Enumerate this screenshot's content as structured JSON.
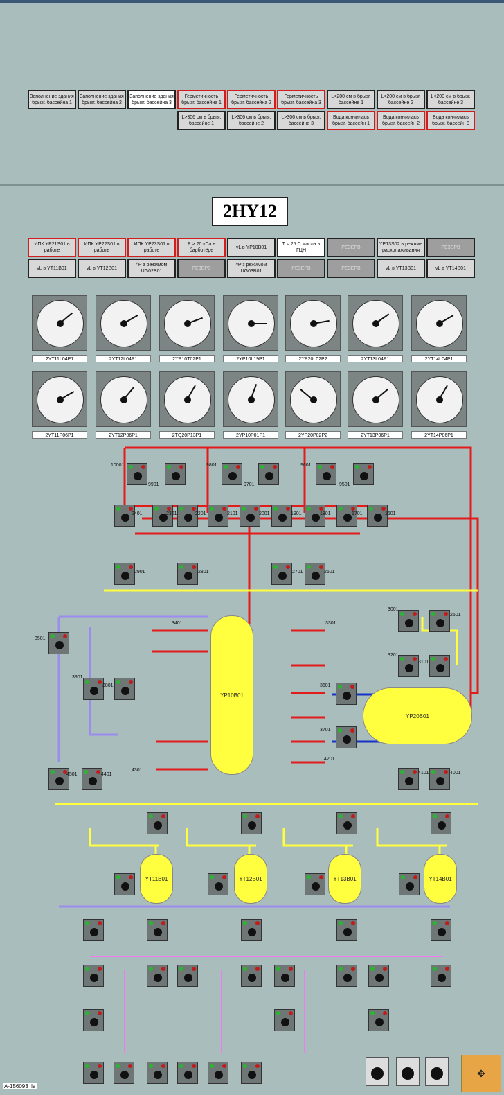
{
  "alarm_panel_top": {
    "row1": [
      {
        "text": "Заполнение здания брызг. бассейна 1",
        "state": "gray"
      },
      {
        "text": "Заполнение здания брызг. бассейна 2",
        "state": "gray"
      },
      {
        "text": "Заполнение здания брызг. бассейна 3",
        "state": "white"
      },
      {
        "text": "Герметичность брызг. бассейна 1",
        "state": "red"
      },
      {
        "text": "Герметичность брызг. бассейна 2",
        "state": "red"
      },
      {
        "text": "Герметичность брызг. бассейна 3",
        "state": "red"
      },
      {
        "text": "L<200 см в брызг. бассейне 1",
        "state": "gray"
      },
      {
        "text": "L<200 см в брызг. бассейне 2",
        "state": "gray"
      },
      {
        "text": "L<200 см в брызг. бассейне 3",
        "state": "gray"
      }
    ],
    "row2": [
      {
        "text": "L>306 см в брызг. бассейне 1",
        "state": "gray"
      },
      {
        "text": "L>306 см в брызг. бассейне 2",
        "state": "gray"
      },
      {
        "text": "L>306 см в брызг. бассейне 3",
        "state": "gray"
      },
      {
        "text": "Вода кончилась брызг. бассейн 1",
        "state": "red"
      },
      {
        "text": "Вода кончилась брызг. бассейн 2",
        "state": "red"
      },
      {
        "text": "Вода кончилась брызг. бассейн 3",
        "state": "red"
      }
    ]
  },
  "unit_title": "2HY12",
  "alarm_panel_unit": {
    "row1": [
      {
        "text": "ИПК YP21S01 в работе",
        "state": "red"
      },
      {
        "text": "ИПК YP22S01 в работе",
        "state": "red"
      },
      {
        "text": "ИПК YP23S01 в работе",
        "state": "red"
      },
      {
        "text": "P > 20 кПа в барботёре",
        "state": "red"
      },
      {
        "text": "vL в YP10B01",
        "state": "gray"
      },
      {
        "text": "T < 25 C масла в ГЦН",
        "state": "white"
      },
      {
        "text": "РЕЗЕРВ",
        "state": "dark"
      },
      {
        "text": "YP13S02 в режиме расхолаживания",
        "state": "gray"
      },
      {
        "text": "РЕЗЕРВ",
        "state": "dark"
      }
    ],
    "row2": [
      {
        "text": "vL в YT11B01",
        "state": "gray"
      },
      {
        "text": "vL в YT12B01",
        "state": "gray"
      },
      {
        "text": "^P з режимом UG02B01",
        "state": "gray"
      },
      {
        "text": "РЕЗЕРВ",
        "state": "dark"
      },
      {
        "text": "^P з режимом UG03B01",
        "state": "gray"
      },
      {
        "text": "РЕЗЕРВ",
        "state": "dark"
      },
      {
        "text": "РЕЗЕРВ",
        "state": "dark"
      },
      {
        "text": "vL в YT13B01",
        "state": "gray"
      },
      {
        "text": "vL в YT14B01",
        "state": "gray"
      }
    ]
  },
  "gauges_row1": [
    "2YT11L04P1",
    "2YT12L04P1",
    "2YP10T02P1",
    "2YP10L19P1",
    "2YP20L02P2",
    "2YT13L04P1",
    "2YT14L04P1"
  ],
  "gauges_row2": [
    "2YT11P06P1",
    "2YT12P06P1",
    "2TQ20P13P1",
    "2YP10P01P1",
    "2YP20P02P2",
    "2YT13P06P1",
    "2YT14P06P1"
  ],
  "vessels": {
    "pressurizer": "YP10B01",
    "bubbler": "YP20B01",
    "tank1": "YT11B01",
    "tank2": "YT12B01",
    "tank3": "YT13B01",
    "tank4": "YT14B01"
  },
  "valve_numbers": [
    "10001",
    "9901",
    "9801",
    "9701",
    "9601",
    "9501",
    "2401",
    "2301",
    "2201",
    "2101",
    "2001",
    "1901",
    "1801",
    "1701",
    "1601",
    "2901",
    "2801",
    "2701",
    "2601",
    "3501",
    "3401",
    "3301",
    "3901",
    "3801",
    "3601",
    "3701",
    "4501",
    "4401",
    "4301",
    "4201",
    "3001",
    "2501",
    "3201",
    "3101",
    "4101",
    "4001"
  ],
  "bottom_labels": {
    "tag": "A-156093_ls",
    "nav_glyph": "✥"
  },
  "colors": {
    "red": "#e31b1b",
    "yellow": "#ffff40",
    "blue": "#1832c8",
    "violet": "#9c8cf0",
    "pink": "#f07af0",
    "green": "#2fbf3a"
  }
}
